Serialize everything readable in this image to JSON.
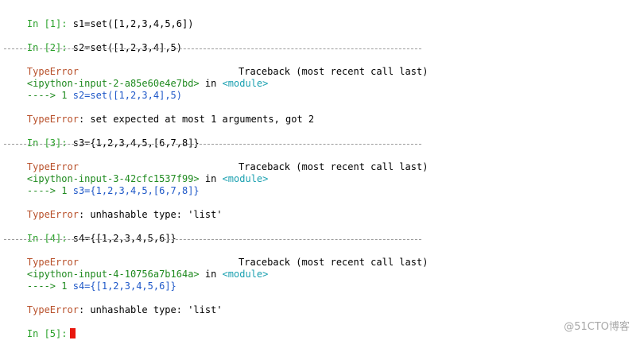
{
  "cells": [
    {
      "prompt": "In [1]:",
      "code": "s1=set([1,2,3,4,5,6])"
    },
    {
      "prompt": "In [2]:",
      "code": "s2=set([1,2,3,4],5)"
    },
    {
      "prompt": "In [3]:",
      "code": "s3={1,2,3,4,5,[6,7,8]}"
    },
    {
      "prompt": "In [4]:",
      "code": "s4={[1,2,3,4,5,6]}"
    },
    {
      "prompt": "In [5]:",
      "code": ""
    }
  ],
  "tracebacks": [
    {
      "error_type": "TypeError",
      "header": "Traceback (most recent call last)",
      "input": "<ipython-input-2-a85e60e4e7bd>",
      "in_word": "in",
      "module": "<module>",
      "arrow": "----> 1",
      "line_code": "s2=set([1,2,3,4],5)",
      "message": "set expected at most 1 arguments, got 2"
    },
    {
      "error_type": "TypeError",
      "header": "Traceback (most recent call last)",
      "input": "<ipython-input-3-42cfc1537f99>",
      "in_word": "in",
      "module": "<module>",
      "arrow": "----> 1",
      "line_code": "s3={1,2,3,4,5,[6,7,8]}",
      "message": "unhashable type: 'list'"
    },
    {
      "error_type": "TypeError",
      "header": "Traceback (most recent call last)",
      "input": "<ipython-input-4-10756a7b164a>",
      "in_word": "in",
      "module": "<module>",
      "arrow": "----> 1",
      "line_code": "s4={[1,2,3,4,5,6]}",
      "message": "unhashable type: 'list'"
    }
  ],
  "watermark": "@51CTO博客",
  "colors": {
    "prompt": "#2aa12a",
    "error": "#b8502a",
    "cursor": "#e8170e"
  }
}
